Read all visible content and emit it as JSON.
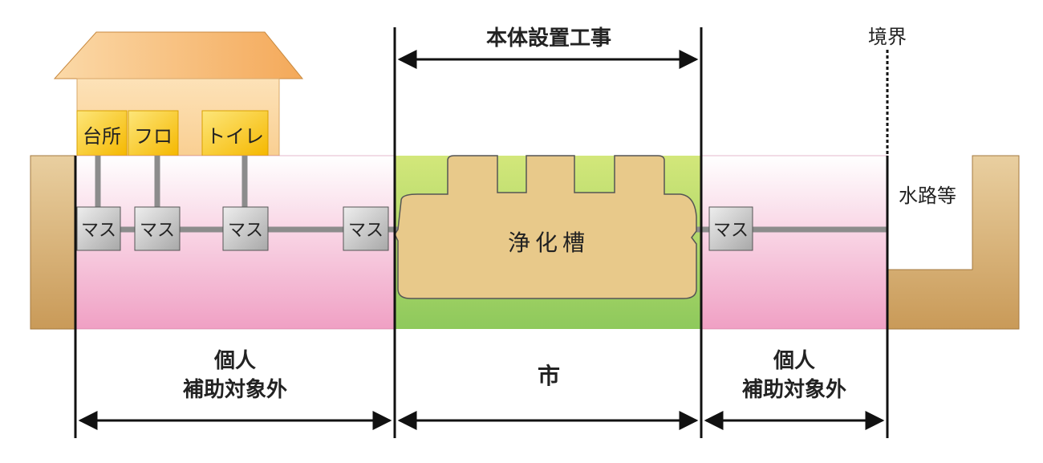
{
  "house": {
    "rooms": [
      "台所",
      "フロ",
      "トイレ"
    ]
  },
  "labels": {
    "mas": "マス",
    "tank": "浄化槽",
    "top_span": "本体設置工事",
    "boundary": "境界",
    "waterway": "水路等",
    "left_line1": "個人",
    "left_line2": "補助対象外",
    "center": "市",
    "right_line1": "個人",
    "right_line2": "補助対象外"
  },
  "colors": {
    "roof": "#f6b068",
    "house_wall": "#fad7a0",
    "room_box": "#fccf3a",
    "soil": "#caa46e",
    "pipe": "#8c8c8c",
    "mas_box": "#c8c8c8",
    "tank": "#e6c98a",
    "green": "#8ec95c"
  }
}
